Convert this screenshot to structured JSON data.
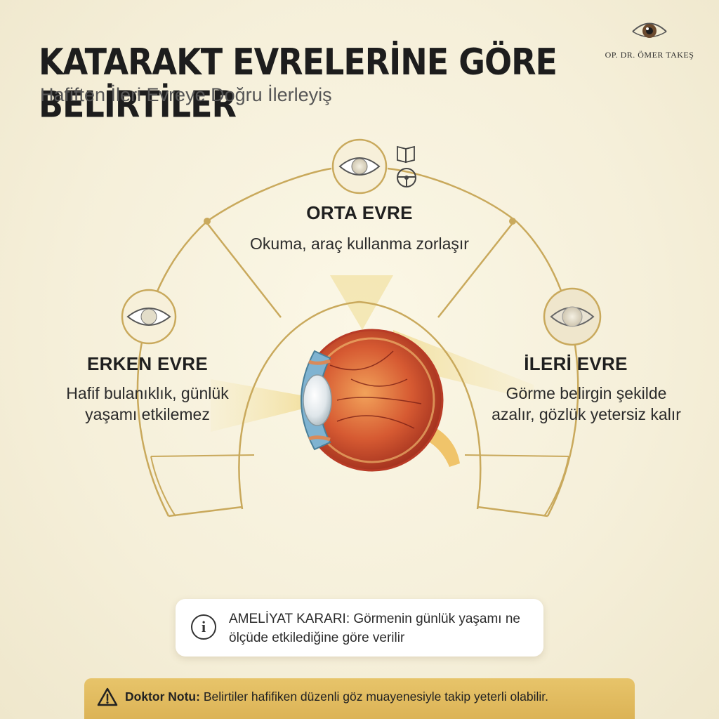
{
  "header": {
    "title": "KATARAKT EVRELERİNE GÖRE BELİRTİLER",
    "subtitle": "Hafiften İleri Evreye Doğru İlerleyiş"
  },
  "logo": {
    "text": "OP. DR. ÖMER TAKEŞ",
    "icon": "eye-icon"
  },
  "stages": {
    "orta": {
      "title": "ORTA EVRE",
      "description": "Okuma, araç kullanma zorlaşır",
      "icons": [
        "eye-icon",
        "book-icon",
        "steering-wheel-icon"
      ]
    },
    "erken": {
      "title": "ERKEN EVRE",
      "description": "Hafif bulanıklık, günlük yaşamı etkilemez",
      "icons": [
        "eye-icon"
      ]
    },
    "ileri": {
      "title": "İLERİ EVRE",
      "description": "Görme belirgin şekilde azalır, gözlük yetersiz kalır",
      "icons": [
        "eye-icon"
      ]
    }
  },
  "info": {
    "icon": "info-icon",
    "text": "AMELİYAT KARARI: Görmenin günlük yaşamı ne ölçüde etkilediğine göre verilir"
  },
  "doctor_note": {
    "icon": "warning-icon",
    "label": "Doktor Notu:",
    "text": "Belirtiler hafifiken düzenli göz muayenesiyle takip yeterli olabilir."
  },
  "colors": {
    "background": "#f5efd9",
    "gold": "#c9a95c",
    "note_bar": "#dfb85e",
    "eye_red": "#c8432a"
  }
}
